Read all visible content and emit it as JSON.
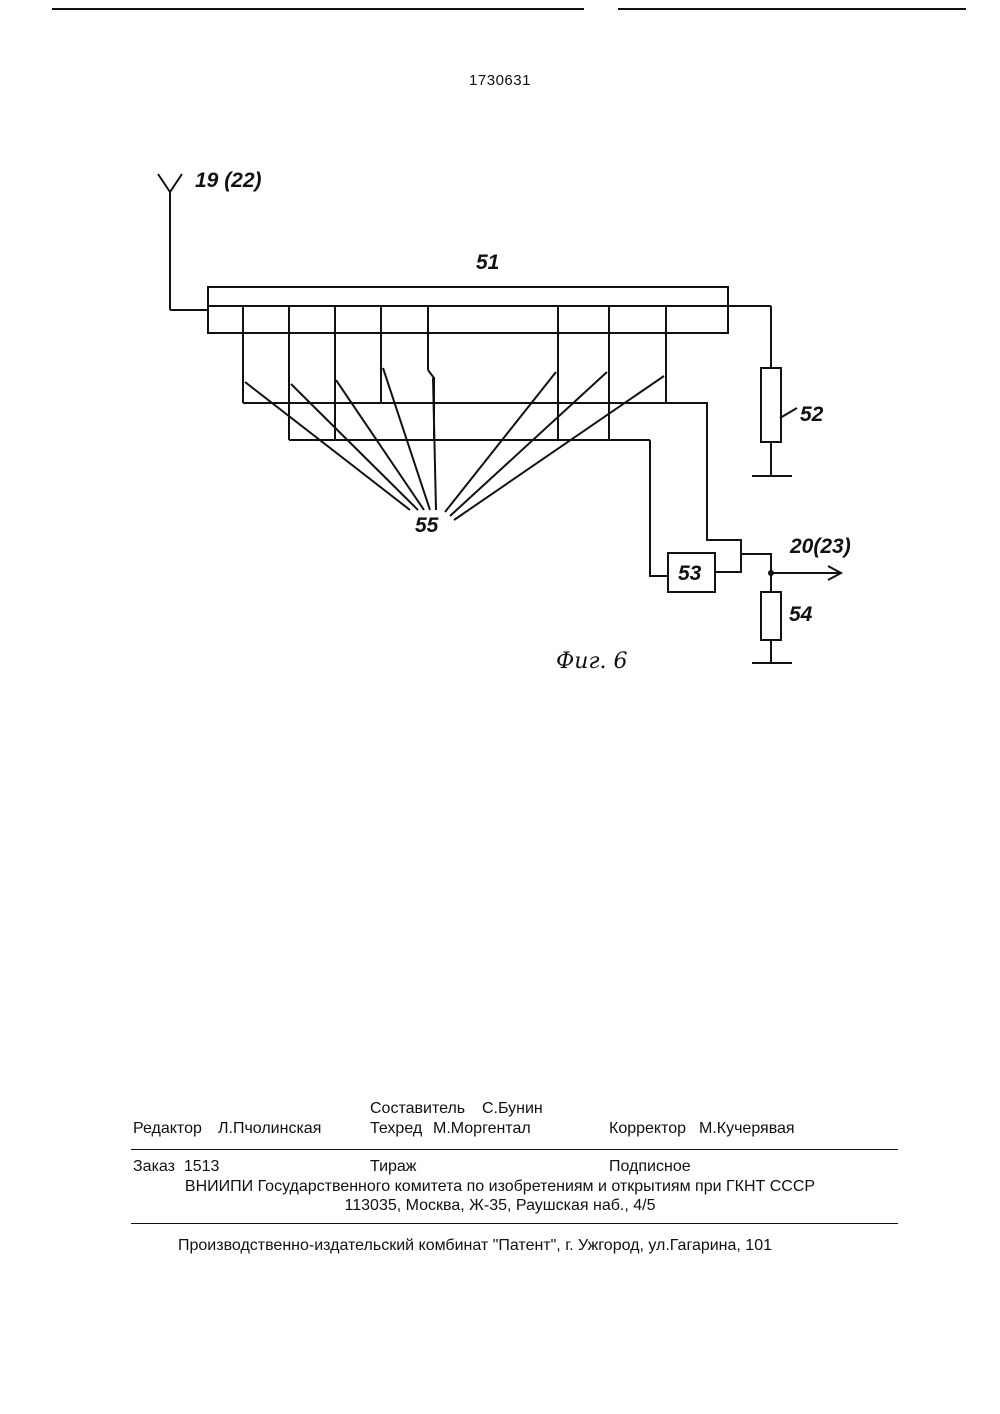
{
  "document": {
    "patent_number": "1730631"
  },
  "figure": {
    "caption": "Фиг. 6",
    "labels": {
      "antenna": "19 (22)",
      "line": "51",
      "resistor_top": "52",
      "block": "53",
      "resistor_bottom": "54",
      "output": "20(23)",
      "elements": "55"
    }
  },
  "imprint": {
    "compiler_label": "Составитель",
    "compiler_name": "С.Бунин",
    "editor_label": "Редактор",
    "editor_name": "Л.Пчолинская",
    "techred_label": "Техред",
    "techred_name": "М.Моргентал",
    "corrector_label": "Корректор",
    "corrector_name": "М.Кучерявая",
    "order": "Заказ  1513",
    "circulation": "Тираж",
    "subscription": "Подписное",
    "org_line": "ВНИИПИ Государственного комитета по изобретениям и открытиям при ГКНТ СССР",
    "address_line": "113035, Москва, Ж-35, Раушская наб., 4/5",
    "publisher_line": "Производственно-издательский комбинат \"Патент\", г. Ужгород, ул.Гагарина, 101"
  }
}
